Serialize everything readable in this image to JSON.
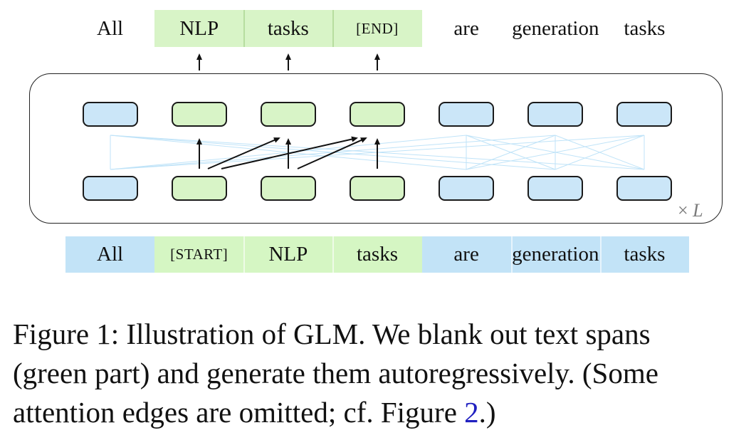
{
  "figure": {
    "output_tokens": [
      {
        "text": "All"
      },
      {
        "text": "NLP"
      },
      {
        "text": "tasks"
      },
      {
        "text": "[END]"
      },
      {
        "text": "are"
      },
      {
        "text": "generation"
      },
      {
        "text": "tasks"
      }
    ],
    "input_tokens": [
      {
        "text": "All"
      },
      {
        "text": "[START]"
      },
      {
        "text": "NLP"
      },
      {
        "text": "tasks"
      },
      {
        "text": "are"
      },
      {
        "text": "generation"
      },
      {
        "text": "tasks"
      }
    ],
    "layers_times": "×",
    "layers_var": "L"
  },
  "caption": {
    "line1": "Figure 1: Illustration of GLM. We blank out text spans",
    "line2": "(green part) and generate them autoregressively. (Some",
    "line3_pre": "attention edges are omitted; cf. Figure ",
    "line3_link": "2",
    "line3_post": ".)"
  },
  "colors": {
    "context_token_blue": "#cbe6f8",
    "masked_span_green": "#d8f4c7",
    "input_strip_blue": "#c2e3f7",
    "input_strip_green": "#d5f6c3",
    "attention_edge_blue": "#bfe3f8",
    "figure_link_blue": "#2020c0",
    "layers_label_gray": "#7a7a7a"
  }
}
